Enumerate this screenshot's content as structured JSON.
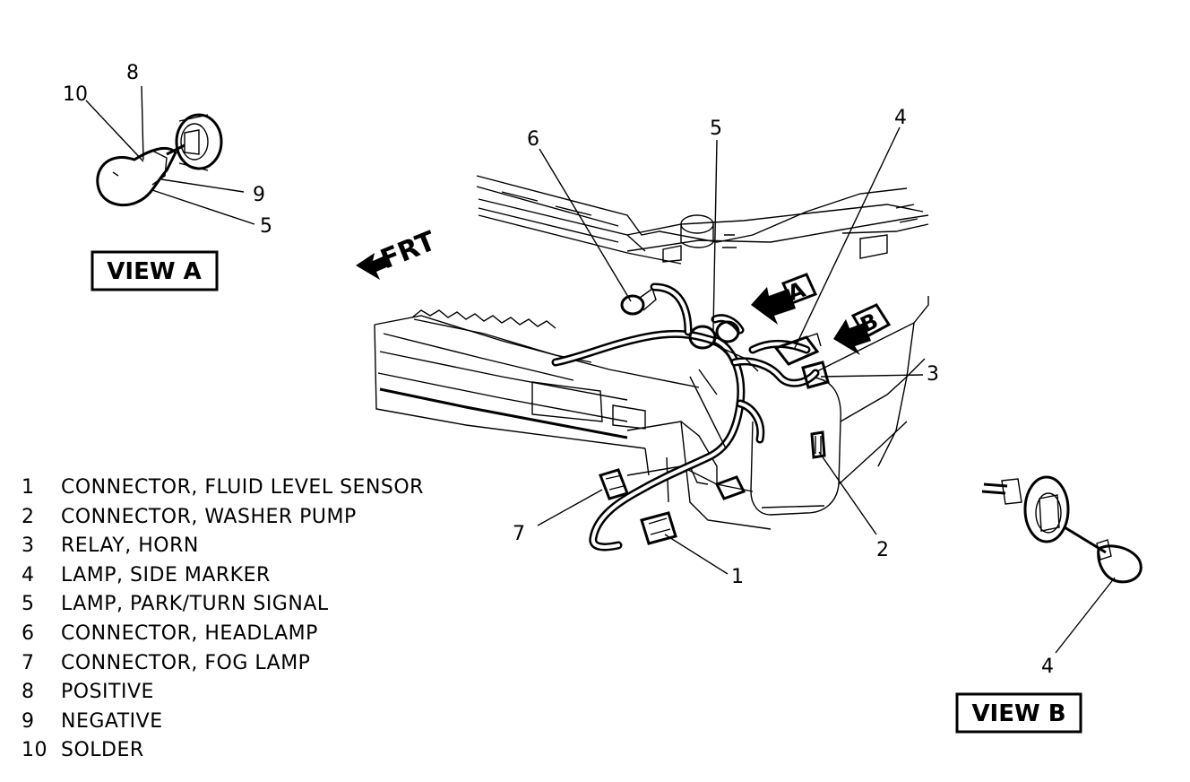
{
  "view_a": {
    "label": "VIEW A",
    "callouts": {
      "c8": "8",
      "c10": "10",
      "c9": "9",
      "c5": "5"
    }
  },
  "view_b": {
    "label": "VIEW B",
    "callouts": {
      "c4": "4"
    }
  },
  "main": {
    "frt": "FRT",
    "arrow_a": "A",
    "arrow_b": "B",
    "callouts": {
      "c1": "1",
      "c2": "2",
      "c3": "3",
      "c4": "4",
      "c5": "5",
      "c6": "6",
      "c7": "7"
    }
  },
  "legend": [
    {
      "num": "1",
      "text": "CONNECTOR, FLUID LEVEL SENSOR"
    },
    {
      "num": "2",
      "text": "CONNECTOR, WASHER PUMP"
    },
    {
      "num": "3",
      "text": "RELAY, HORN"
    },
    {
      "num": "4",
      "text": "LAMP, SIDE MARKER"
    },
    {
      "num": "5",
      "text": "LAMP, PARK/TURN SIGNAL"
    },
    {
      "num": "6",
      "text": "CONNECTOR, HEADLAMP"
    },
    {
      "num": "7",
      "text": "CONNECTOR, FOG LAMP"
    },
    {
      "num": "8",
      "text": "POSITIVE"
    },
    {
      "num": "9",
      "text": "NEGATIVE"
    },
    {
      "num": "10",
      "text": "SOLDER"
    }
  ]
}
